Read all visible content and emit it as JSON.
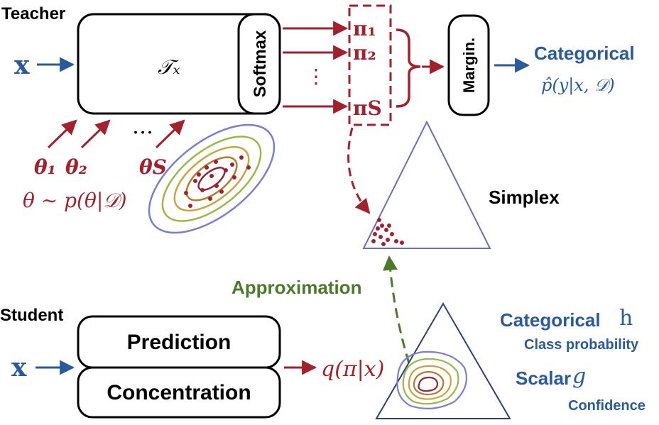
{
  "colors": {
    "red": "#a3202d",
    "blue": "#2b5a9c",
    "green": "#4c7a2a",
    "black": "#000000",
    "contour_outer": "#7b7fd1",
    "contour_2": "#9ab84a",
    "contour_3": "#c8a43c",
    "contour_4": "#b37b2c",
    "contour_inner": "#8e2a3a"
  },
  "teacher": {
    "title": "Teacher",
    "input": "x",
    "model": "𝒯ₓ",
    "softmax": "Softmax",
    "theta_1": "θ₁",
    "theta_2": "θ₂",
    "theta_S": "θS",
    "dots": "…",
    "posterior": "θ ∼ p(θ|𝒟)"
  },
  "samples": {
    "pi_1": "π₁",
    "pi_2": "π₂",
    "vdots": "⋮",
    "pi_S": "πS"
  },
  "marginalize": {
    "label": "Margin."
  },
  "output": {
    "title": "Categorical",
    "formula": "p̂(y|x, 𝒟)"
  },
  "simplex": {
    "label": "Simplex"
  },
  "approximation": {
    "label": "Approximation"
  },
  "student": {
    "title": "Student",
    "input": "x",
    "prediction": "Prediction",
    "concentration": "Concentration",
    "output": "q(π|x)"
  },
  "legend": {
    "categorical": "Categorical",
    "h": "h",
    "class_probability": "Class probability",
    "scalar": "Scalar",
    "g": "g",
    "confidence": "Confidence"
  }
}
